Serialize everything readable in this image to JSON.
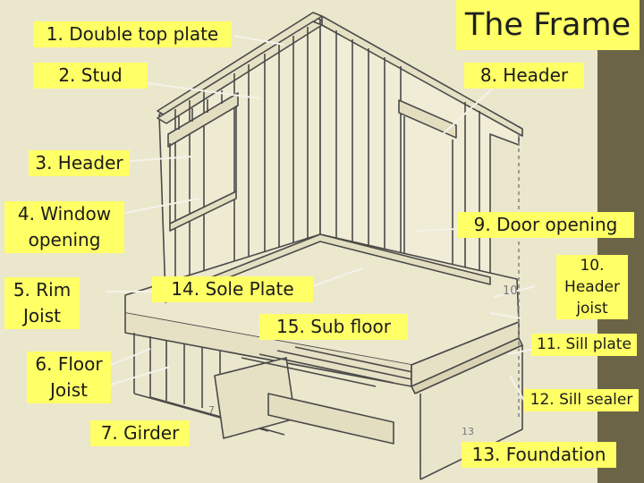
{
  "title": "The Frame",
  "labels": {
    "double_top_plate": "1. Double top plate",
    "stud": "2. Stud",
    "header_3": "3. Header",
    "window_opening": "4. Window opening",
    "rim_joist": "5. Rim Joist",
    "floor_joist": "6. Floor Joist",
    "girder": "7. Girder",
    "header_8": "8. Header",
    "door_opening": "9. Door opening",
    "header_joist": "10. Header joist",
    "sill_plate": "11. Sill plate",
    "sill_sealer": "12. Sill sealer",
    "foundation": "13. Foundation",
    "sole_plate": "14. Sole Plate",
    "sub_floor": "15. Sub floor"
  },
  "drawing_numbers": {
    "n10": "10.",
    "n7": "7",
    "n13": "13"
  },
  "colors": {
    "label_bg": "#ffff66",
    "background": "#ebe7cc",
    "sidebar": "#6c6446",
    "line_art": "#4a4a4a"
  }
}
